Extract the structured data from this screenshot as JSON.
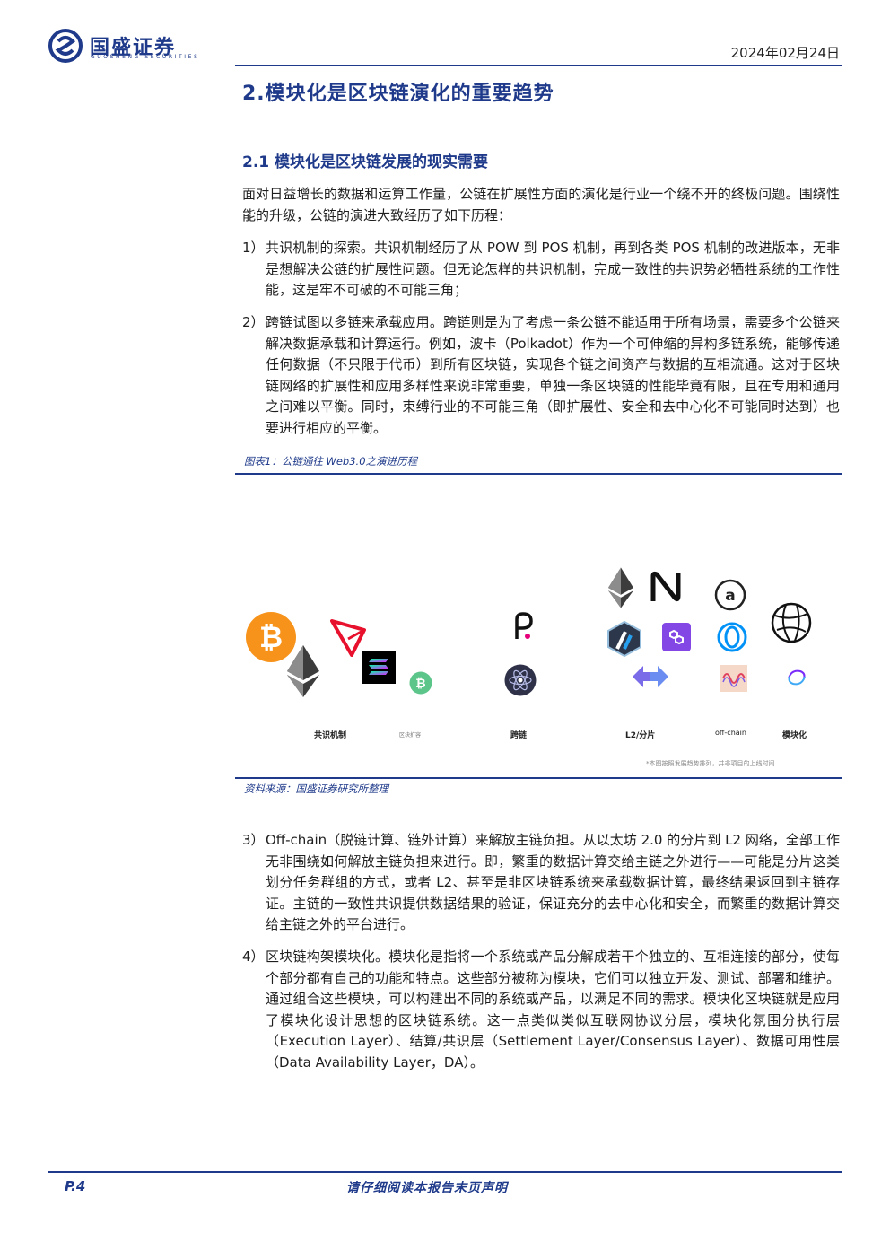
{
  "header": {
    "logo_cn": "国盛证券",
    "logo_en": "GUOSHENG SECURITIES",
    "date": "2024年02月24日"
  },
  "section_title": "2.模块化是区块链演化的重要趋势",
  "subsection_title": "2.1 模块化是区块链发展的现实需要",
  "intro": "面对日益增长的数据和运算工作量，公链在扩展性方面的演化是行业一个绕不开的终极问题。围绕性能的升级，公链的演进大致经历了如下历程：",
  "items_before": [
    {
      "num": "1）",
      "text": "共识机制的探索。共识机制经历了从 POW 到 POS 机制，再到各类 POS 机制的改进版本，无非是想解决公链的扩展性问题。但无论怎样的共识机制，完成一致性的共识势必牺牲系统的工作性能，这是牢不可破的不可能三角；"
    },
    {
      "num": "2）",
      "text": "跨链试图以多链来承载应用。跨链则是为了考虑一条公链不能适用于所有场景，需要多个公链来解决数据承载和计算运行。例如，波卡（Polkadot）作为一个可伸缩的异构多链系统，能够传递任何数据（不只限于代币）到所有区块链，实现各个链之间资产与数据的互相流通。这对于区块链网络的扩展性和应用多样性来说非常重要，单独一条区块链的性能毕竟有限，且在专用和通用之间难以平衡。同时，束缚行业的不可能三角（即扩展性、安全和去中心化不可能同时达到）也要进行相应的平衡。"
    }
  ],
  "figure": {
    "caption": "图表1：公链通往 Web3.0之演进历程",
    "labels": {
      "consensus": "共识机制",
      "expansion": "区块扩容",
      "crosschain": "跨链",
      "l2": "L2/分片",
      "offchain": "off-chain",
      "modular": "模块化"
    },
    "note": "*本图按照发展趋势排列，并非项目的上线时间",
    "source": "资料来源：国盛证券研究所整理",
    "icon_colors": {
      "bitcoin": "#f7931a",
      "tron": "#e8112d",
      "polkadot": "#e6007a",
      "polygon": "#8247e5",
      "arbitrum": "#2d374b",
      "near": "#111111"
    }
  },
  "items_after": [
    {
      "num": "3）",
      "text": "Off-chain（脱链计算、链外计算）来解放主链负担。从以太坊 2.0 的分片到 L2 网络，全部工作无非围绕如何解放主链负担来进行。即，繁重的数据计算交给主链之外进行——可能是分片这类划分任务群组的方式，或者 L2、甚至是非区块链系统来承载数据计算，最终结果返回到主链存证。主链的一致性共识提供数据结果的验证，保证充分的去中心化和安全，而繁重的数据计算交给主链之外的平台进行。"
    },
    {
      "num": "4）",
      "text": "区块链构架模块化。模块化是指将一个系统或产品分解成若干个独立的、互相连接的部分，使每个部分都有自己的功能和特点。这些部分被称为模块，它们可以独立开发、测试、部署和维护。通过组合这些模块，可以构建出不同的系统或产品，以满足不同的需求。模块化区块链就是应用了模块化设计思想的区块链系统。这一点类似类似互联网协议分层，模块化氛围分执行层（Execution Layer）、结算/共识层（Settlement Layer/Consensus Layer）、数据可用性层（Data Availability Layer，DA）。"
    }
  ],
  "footer": {
    "page": "P.4",
    "note": "请仔细阅读本报告末页声明"
  }
}
